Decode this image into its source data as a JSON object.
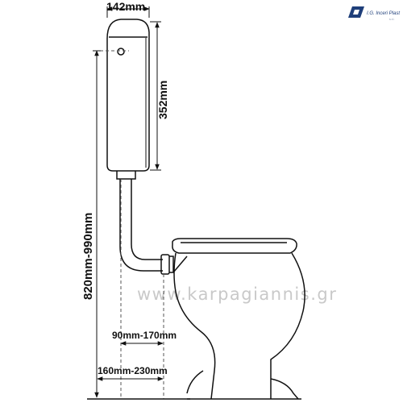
{
  "dimensions": {
    "tank_width": "142mm",
    "tank_height": "352mm",
    "total_height": "820mm-990mm",
    "inner_offset": "90mm-170mm",
    "outer_offset": "160mm-230mm"
  },
  "watermark": "www.karpagiannis.gr",
  "logo": {
    "brand": "I.G. Inceri Plast",
    "sub": "s.r.l."
  },
  "colors": {
    "line": "#111111",
    "dash": "#555555",
    "watermark": "#c9c9c9",
    "logo": "#1f3f7a"
  }
}
